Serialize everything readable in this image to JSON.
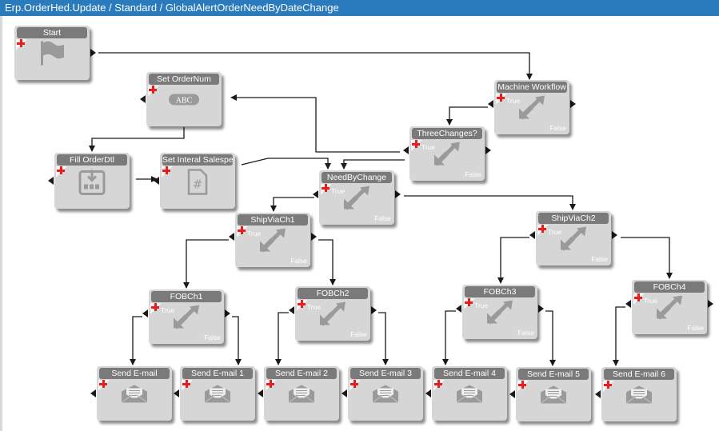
{
  "window": {
    "title": "Erp.OrderHed.Update / Standard / GlobalAlertOrderNeedByDateChange"
  },
  "nodes": [
    {
      "id": "start",
      "title": "Start",
      "icon": "flag-icon"
    },
    {
      "id": "set-ordernum",
      "title": "Set OrderNum",
      "icon": "abc-icon",
      "icon_text": "ABC"
    },
    {
      "id": "fill-orderdtl",
      "title": "Fill OrderDtl",
      "icon": "fill-table-icon"
    },
    {
      "id": "set-interal-salesper",
      "title": "Set Interal Salesper",
      "icon": "document-hash-icon",
      "icon_text": "#"
    },
    {
      "id": "machine-workflow",
      "title": "Machine Workflow",
      "icon": "decision-icon",
      "true_label": "True",
      "false_label": "False"
    },
    {
      "id": "threechanges",
      "title": "ThreeChanges?",
      "icon": "decision-icon",
      "true_label": "True",
      "false_label": "False"
    },
    {
      "id": "needbychange",
      "title": "NeedByChange",
      "icon": "decision-icon",
      "true_label": "True",
      "false_label": "False"
    },
    {
      "id": "shipviach1",
      "title": "ShipViaCh1",
      "icon": "decision-icon",
      "true_label": "True",
      "false_label": "False"
    },
    {
      "id": "shipviach2",
      "title": "ShipViaCh2",
      "icon": "decision-icon",
      "true_label": "True",
      "false_label": "False"
    },
    {
      "id": "fobch1",
      "title": "FOBCh1",
      "icon": "decision-icon",
      "true_label": "True",
      "false_label": "False"
    },
    {
      "id": "fobch2",
      "title": "FOBCh2",
      "icon": "decision-icon",
      "true_label": "True",
      "false_label": "False"
    },
    {
      "id": "fobch3",
      "title": "FOBCh3",
      "icon": "decision-icon",
      "true_label": "True",
      "false_label": "False"
    },
    {
      "id": "fobch4",
      "title": "FOBCh4",
      "icon": "decision-icon",
      "true_label": "True",
      "false_label": "False"
    },
    {
      "id": "send-email",
      "title": "Send E-mail",
      "icon": "envelope-icon"
    },
    {
      "id": "send-email-1",
      "title": "Send E-mail 1",
      "icon": "envelope-icon"
    },
    {
      "id": "send-email-2",
      "title": "Send E-mail 2",
      "icon": "envelope-icon"
    },
    {
      "id": "send-email-3",
      "title": "Send E-mail 3",
      "icon": "envelope-icon"
    },
    {
      "id": "send-email-4",
      "title": "Send E-mail 4",
      "icon": "envelope-icon"
    },
    {
      "id": "send-email-5",
      "title": "Send E-mail 5",
      "icon": "envelope-icon"
    },
    {
      "id": "send-email-6",
      "title": "Send E-mail 6",
      "icon": "envelope-icon"
    }
  ],
  "connections": [
    {
      "from": "start",
      "to": "machine-workflow"
    },
    {
      "from": "machine-workflow",
      "to": "threechanges",
      "branch": "True"
    },
    {
      "from": "threechanges",
      "to": "set-ordernum",
      "branch": "True"
    },
    {
      "from": "threechanges",
      "to": "needbychange",
      "branch": "False"
    },
    {
      "from": "set-ordernum",
      "to": "fill-orderdtl"
    },
    {
      "from": "fill-orderdtl",
      "to": "set-interal-salesper"
    },
    {
      "from": "set-interal-salesper",
      "to": "needbychange"
    },
    {
      "from": "needbychange",
      "to": "shipviach1",
      "branch": "True"
    },
    {
      "from": "needbychange",
      "to": "shipviach2",
      "branch": "False"
    },
    {
      "from": "shipviach1",
      "to": "fobch1",
      "branch": "True"
    },
    {
      "from": "shipviach1",
      "to": "fobch2",
      "branch": "False"
    },
    {
      "from": "shipviach2",
      "to": "fobch3",
      "branch": "True"
    },
    {
      "from": "shipviach2",
      "to": "fobch4",
      "branch": "False"
    },
    {
      "from": "fobch1",
      "to": "send-email",
      "branch": "True"
    },
    {
      "from": "fobch1",
      "to": "send-email-1",
      "branch": "False"
    },
    {
      "from": "fobch2",
      "to": "send-email-2",
      "branch": "True"
    },
    {
      "from": "fobch2",
      "to": "send-email-3",
      "branch": "False"
    },
    {
      "from": "fobch3",
      "to": "send-email-4",
      "branch": "True"
    },
    {
      "from": "fobch3",
      "to": "send-email-5",
      "branch": "False"
    },
    {
      "from": "fobch4",
      "to": "send-email-6",
      "branch": "True"
    }
  ],
  "colors": {
    "titlebar": "#2a7bbd",
    "node_body": "#d6d6d6",
    "node_header": "#7a7a7a",
    "add_marker": "#e81d1d",
    "connector": "#1a1a1a"
  }
}
